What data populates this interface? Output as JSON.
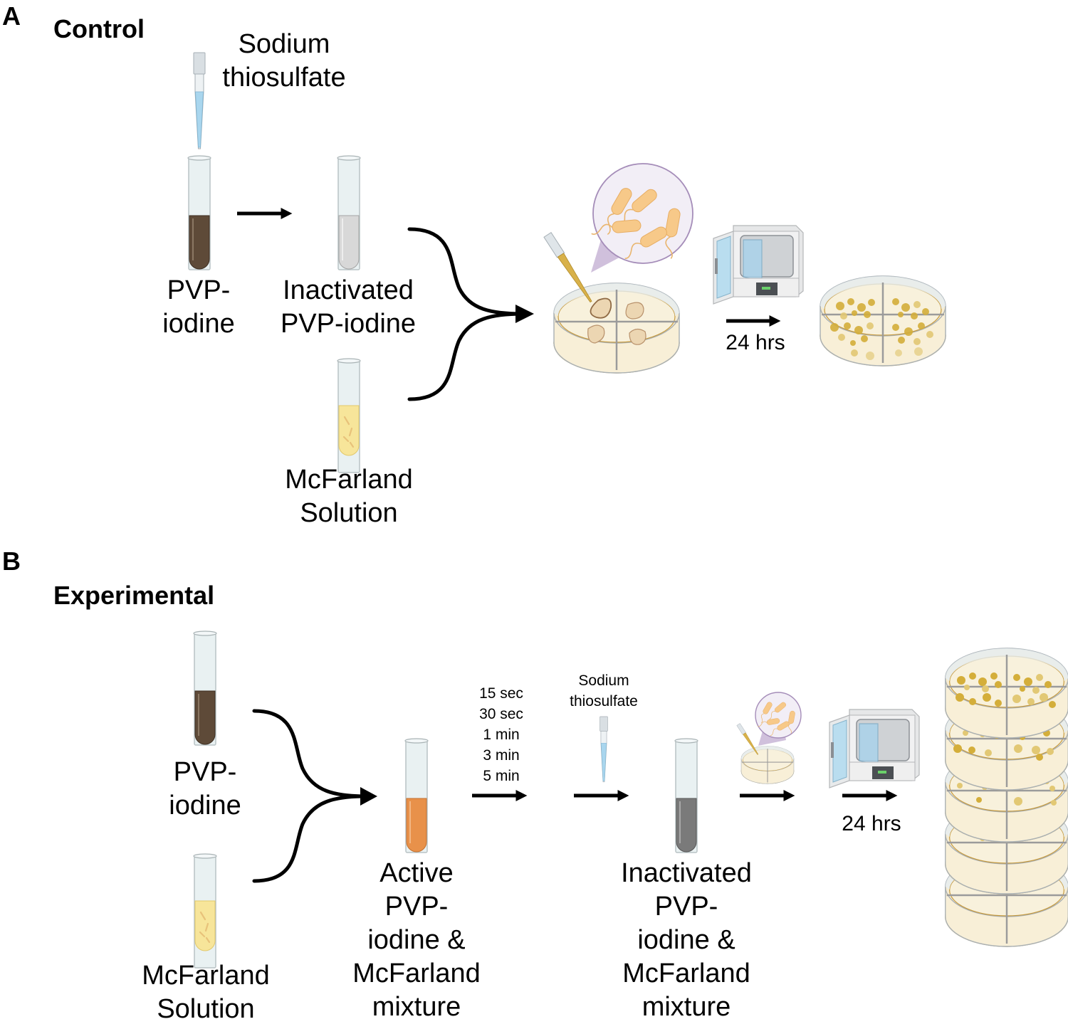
{
  "colors": {
    "pvp_iodine": "#5e4a38",
    "inactivated": "#d8d8d8",
    "mcfarland": "#f7e59a",
    "active_mix": "#e8914a",
    "inactivated_mix": "#7a7a7a",
    "thiosulfate": "#a9d6ee",
    "agar": "#f6ecd2",
    "colony": "#d4ae3a",
    "zoom_bubble": "#f2eef6",
    "zoom_cone": "#cbb9d8"
  },
  "panel_a": {
    "letter": "A",
    "title": "Control",
    "thiosulfate_label": [
      "Sodium",
      "thiosulfate"
    ],
    "pvp_label": [
      "PVP-",
      "iodine"
    ],
    "inactivated_label": [
      "Inactivated",
      "PVP-iodine"
    ],
    "mcfarland_label": [
      "McFarland",
      "Solution"
    ],
    "incubation_label": "24 hrs"
  },
  "panel_b": {
    "letter": "B",
    "title": "Experimental",
    "pvp_label": [
      "PVP-",
      "iodine"
    ],
    "mcfarland_label": [
      "McFarland",
      "Solution"
    ],
    "active_mix_label": [
      "Active",
      "PVP-",
      "iodine &",
      "McFarland",
      "mixture"
    ],
    "time_points": [
      "15 sec",
      "30 sec",
      "1 min",
      "3 min",
      "5 min"
    ],
    "thiosulfate_label": [
      "Sodium",
      "thiosulfate"
    ],
    "inactivated_mix_label": [
      "Inactivated",
      "PVP-",
      "iodine &",
      "McFarland",
      "mixture"
    ],
    "incubation_label": "24 hrs",
    "result_plates": [
      {
        "time_point": "15 sec",
        "growth": "heavy"
      },
      {
        "time_point": "30 sec",
        "growth": "heavy"
      },
      {
        "time_point": "1 min",
        "growth": "sparse"
      },
      {
        "time_point": "3 min",
        "growth": "few"
      },
      {
        "time_point": "5 min",
        "growth": "none"
      }
    ]
  }
}
